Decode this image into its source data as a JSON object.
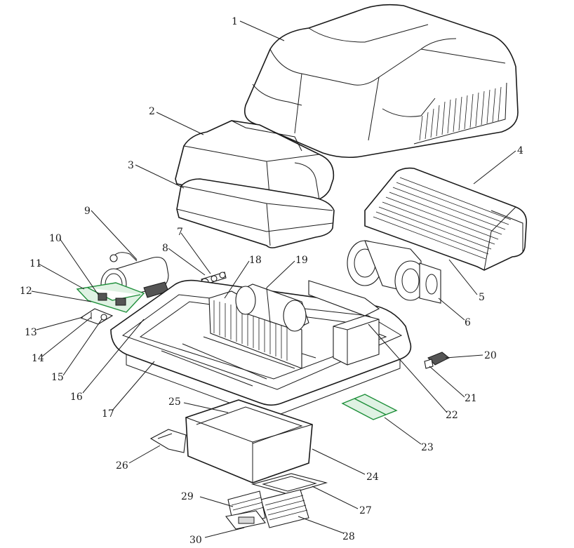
{
  "callouts": [
    "1",
    "2",
    "3",
    "4",
    "5",
    "6",
    "7",
    "8",
    "9",
    "10",
    "11",
    "12",
    "13",
    "14",
    "15",
    "16",
    "17",
    "18",
    "19",
    "20",
    "21",
    "22",
    "23",
    "24",
    "25",
    "26",
    "27",
    "28",
    "29",
    "30"
  ],
  "colors": {
    "line": "#1a1a1a",
    "highlight": "#1e8f3a",
    "background": "#ffffff"
  }
}
